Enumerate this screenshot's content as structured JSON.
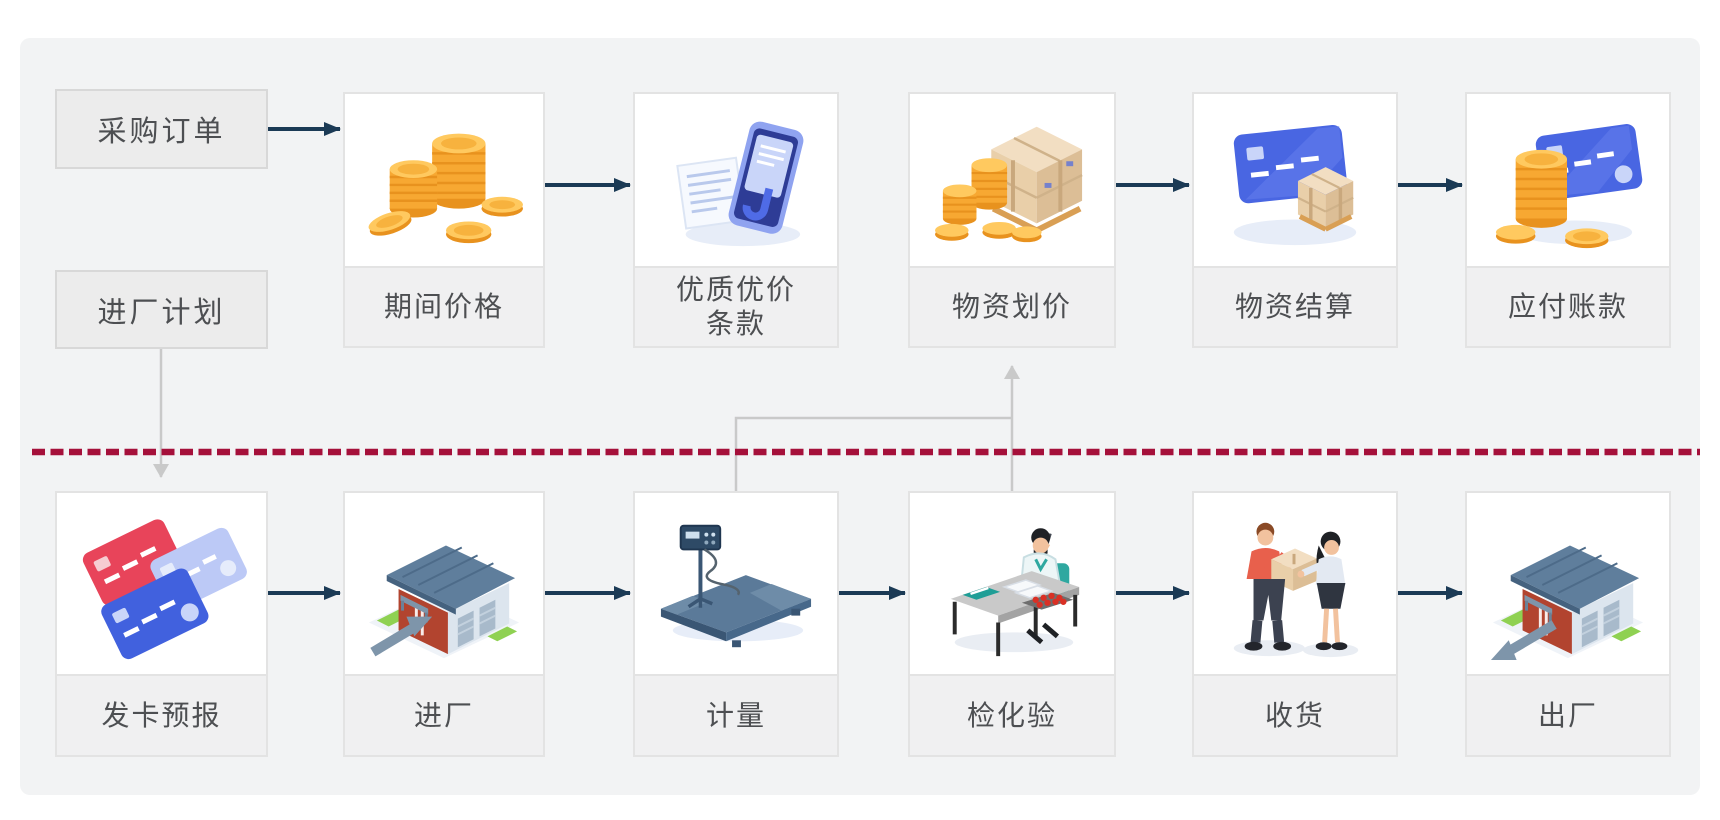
{
  "colors": {
    "panel_bg": "#f2f3f4",
    "flow_arrow": "#1b3a55",
    "divider_dashed_line": "#a5103a",
    "plan_connector": "#c9c9c9",
    "coin_orange": "#f7a832",
    "card_blue": "#4966e2",
    "card_red": "#e8445a",
    "warehouse_red": "#b2442f",
    "steel_blue": "#5b7a99"
  },
  "top_row": {
    "boxes": [
      {
        "label": "采购订单"
      },
      {
        "label": "进厂计划"
      }
    ],
    "cards": [
      {
        "label": "期间价格",
        "icon": "coins-icon"
      },
      {
        "label": "优质优价\n条款",
        "icon": "tablet-document-icon"
      },
      {
        "label": "物资划价",
        "icon": "coins-boxes-icon"
      },
      {
        "label": "物资结算",
        "icon": "card-boxes-icon"
      },
      {
        "label": "应付账款",
        "icon": "coins-card-icon"
      }
    ]
  },
  "bottom_row": {
    "cards": [
      {
        "label": "发卡预报",
        "icon": "credit-cards-icon"
      },
      {
        "label": "进厂",
        "icon": "warehouse-in-icon"
      },
      {
        "label": "计量",
        "icon": "weighbridge-icon"
      },
      {
        "label": "检化验",
        "icon": "lab-testing-icon"
      },
      {
        "label": "收货",
        "icon": "receive-goods-icon"
      },
      {
        "label": "出厂",
        "icon": "warehouse-out-icon"
      }
    ]
  }
}
